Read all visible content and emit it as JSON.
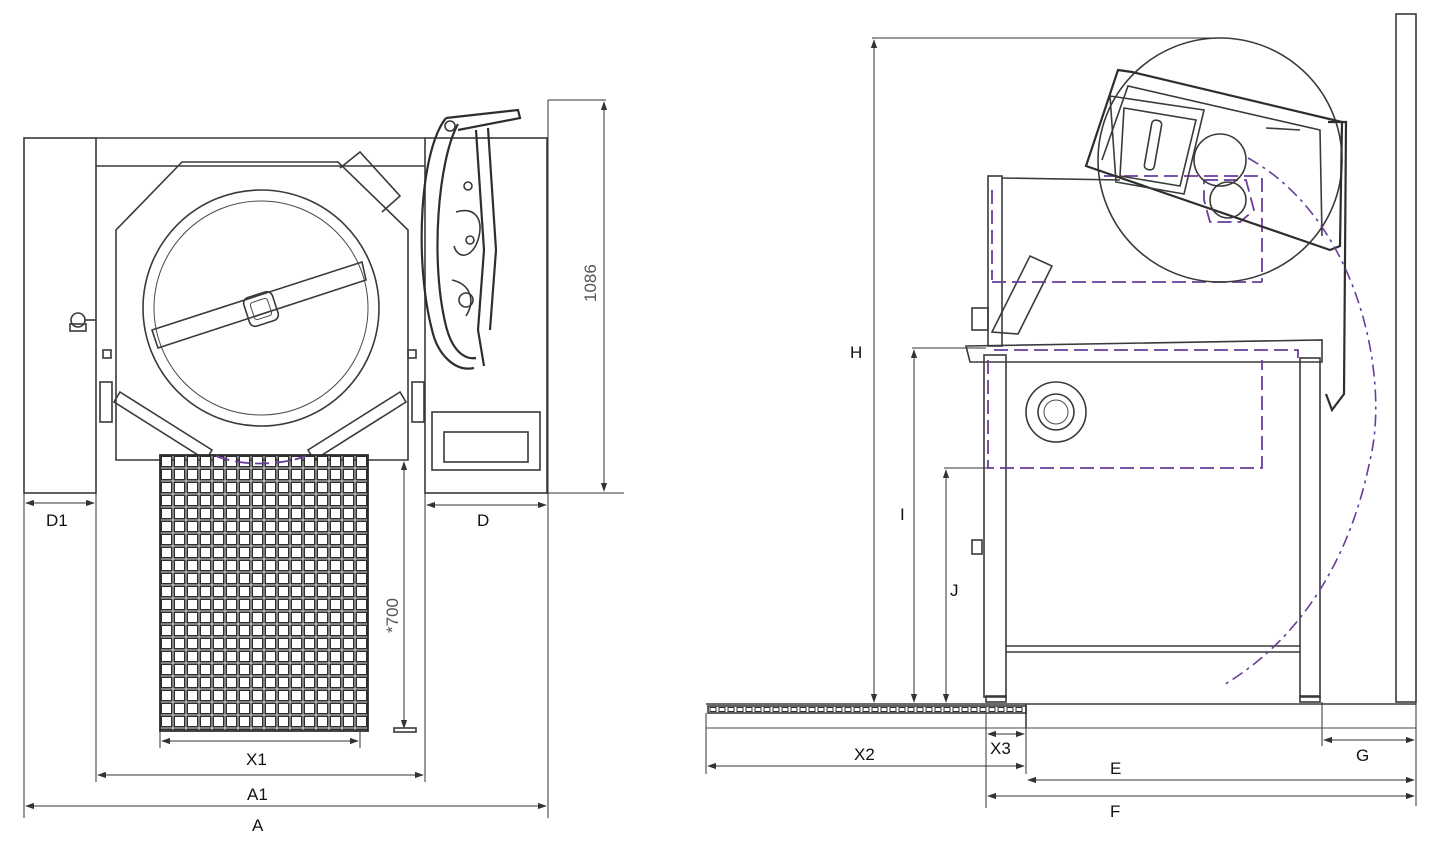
{
  "labels": {
    "d1": "D1",
    "d": "D",
    "x1": "X1",
    "a1": "A1",
    "a": "A",
    "dim_1086": "1086",
    "dim_700": "*700",
    "h": "H",
    "i": "I",
    "j": "J",
    "x2": "X2",
    "x3": "X3",
    "e": "E",
    "f": "F",
    "g": "G"
  },
  "colors": {
    "line": "#3a3a3a",
    "dashed_outline": "#6a3d9a",
    "background": "#ffffff"
  }
}
